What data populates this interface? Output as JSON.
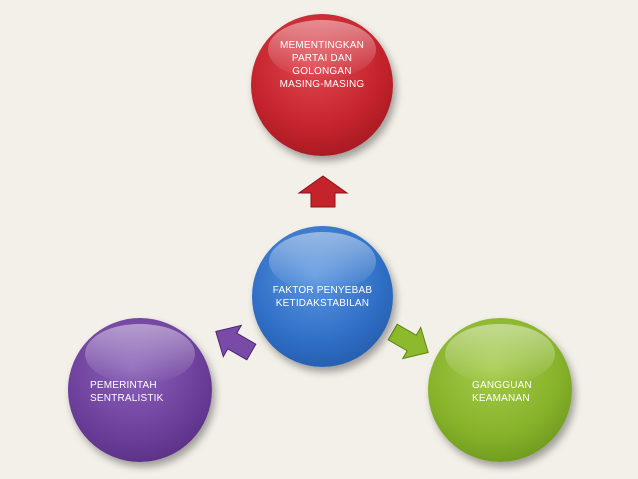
{
  "diagram": {
    "center": {
      "text": "FAKTOR PENYEBAB\nKETIDAKSTABILAN",
      "color": "#2f6fc6"
    },
    "nodes": [
      {
        "id": "top",
        "text": "MEMENTINGKAN\nPARTAI DAN\nGOLONGAN\nMASING-MASING",
        "color": "#c4232c"
      },
      {
        "id": "left",
        "text": "PEMERINTAH\nSENTRALISTIK",
        "color": "#6d3f9c"
      },
      {
        "id": "right",
        "text": "GANGGUAN\nKEAMANAN",
        "color": "#86b22a"
      }
    ],
    "arrow_colors": {
      "top": "#c4232c",
      "left": "#7a4aa8",
      "right": "#8dba2d"
    }
  }
}
